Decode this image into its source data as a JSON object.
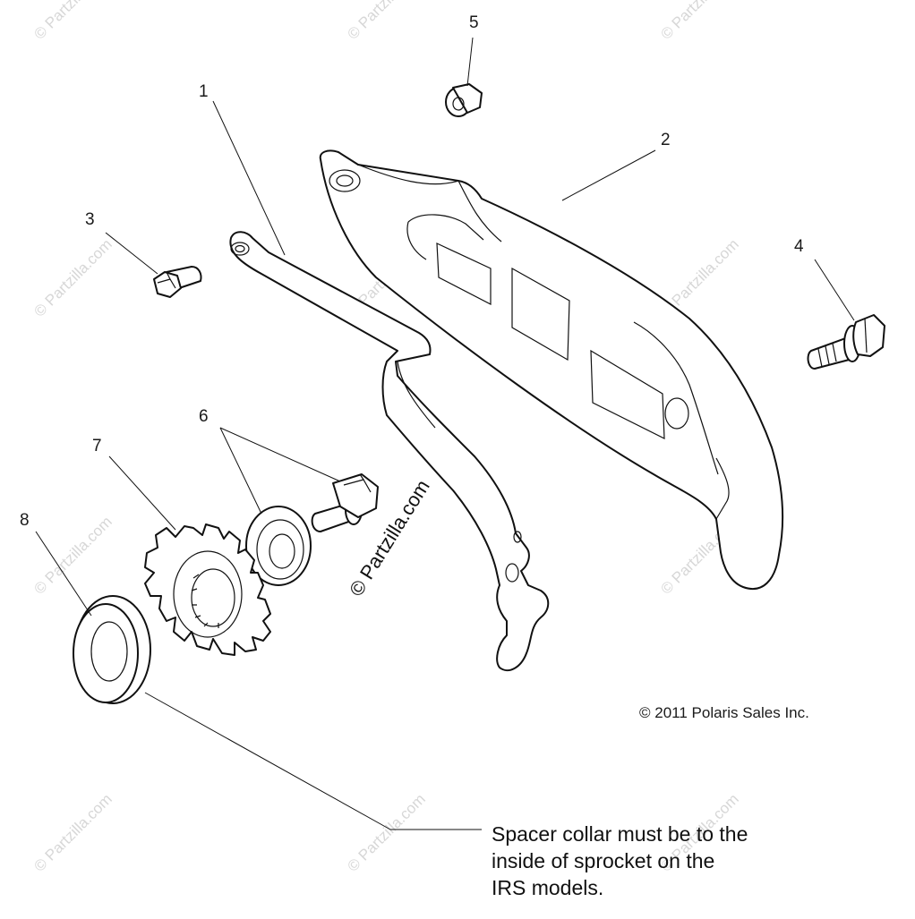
{
  "watermark": "© Partzilla.com",
  "copyright": "© 2011 Polaris Sales Inc.",
  "callouts": {
    "c1": "1",
    "c2": "2",
    "c3": "3",
    "c4": "4",
    "c5": "5",
    "c6": "6",
    "c7": "7",
    "c8": "8"
  },
  "parts": {
    "p1": "guard-bracket",
    "p2": "chain-guard-cover",
    "p3": "flange-bolt-small",
    "p4": "flange-bolt-long",
    "p5": "flange-nut",
    "p6": "bolt-and-washer",
    "p7": "drive-sprocket",
    "p8": "spacer-collar"
  },
  "note": {
    "line1": "Spacer collar must be to the",
    "line2": "inside of sprocket on the",
    "line3": "IRS models."
  }
}
